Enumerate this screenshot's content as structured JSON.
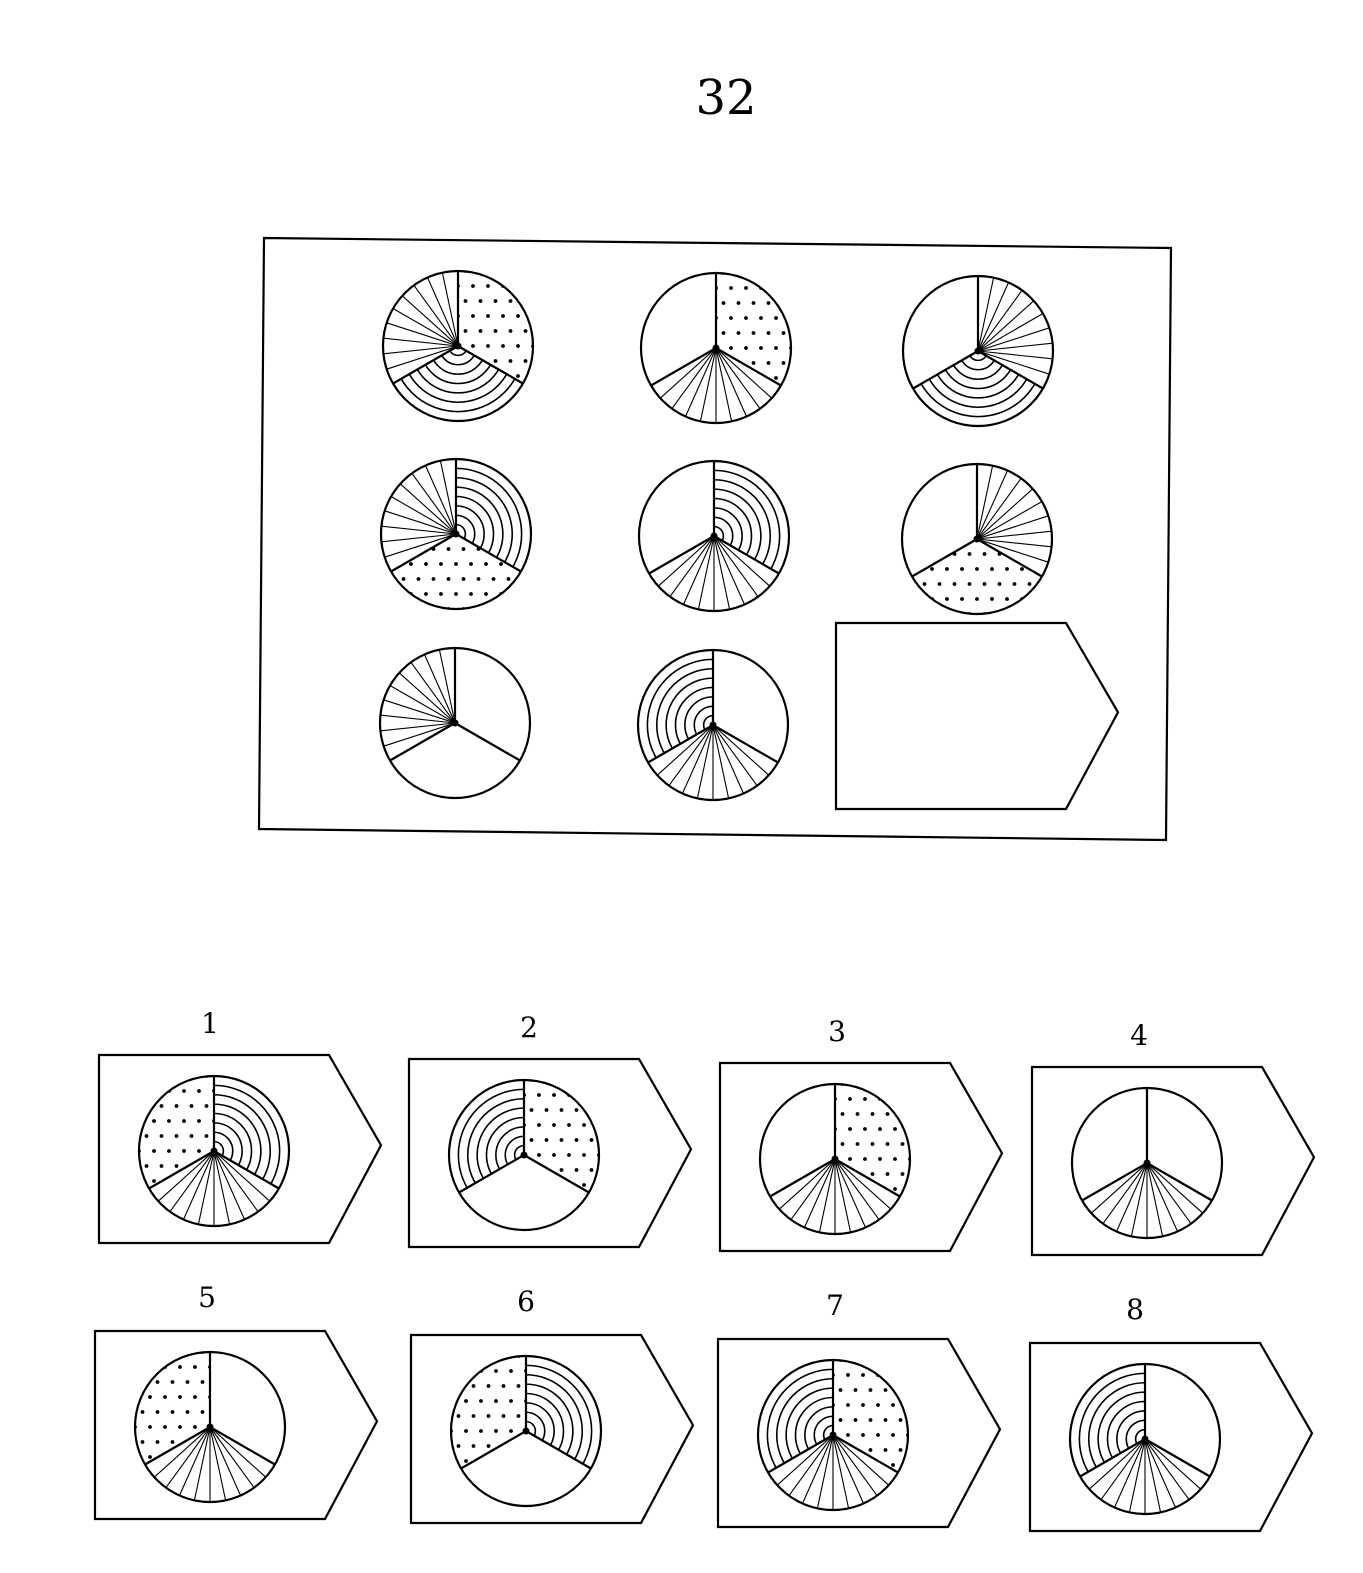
{
  "problem_number": "32",
  "matrix": {
    "cells": [
      {
        "top": "dotted",
        "bottom": "arcs",
        "upper_left": "fan"
      },
      {
        "top": "dotted",
        "bottom": "fan",
        "upper_left": "blank"
      },
      {
        "top": "fan",
        "bottom": "arcs",
        "upper_left": "blank"
      },
      {
        "top": "arcs",
        "bottom": "dotted",
        "upper_left": "fan"
      },
      {
        "top": "arcs",
        "bottom": "fan",
        "upper_left": "blank"
      },
      {
        "top": "fan",
        "bottom": "dotted",
        "upper_left": "blank"
      },
      {
        "top": "blank",
        "bottom": "blank",
        "upper_left": "fan"
      },
      {
        "top": "blank",
        "bottom": "fan",
        "upper_left": "arcs"
      },
      null
    ]
  },
  "options": [
    {
      "label": "1",
      "segments": {
        "right": "arcs",
        "bottom": "fan",
        "left": "dotted"
      }
    },
    {
      "label": "2",
      "segments": {
        "right": "dotted",
        "bottom": "blank",
        "left": "arcs"
      }
    },
    {
      "label": "3",
      "segments": {
        "right": "dotted",
        "bottom": "fan",
        "left": "blank"
      }
    },
    {
      "label": "4",
      "segments": {
        "right": "blank",
        "bottom": "fan",
        "left": "blank"
      }
    },
    {
      "label": "5",
      "segments": {
        "right": "blank",
        "bottom": "fan",
        "left": "dotted"
      }
    },
    {
      "label": "6",
      "segments": {
        "right": "arcs",
        "bottom": "blank",
        "left": "dotted"
      }
    },
    {
      "label": "7",
      "segments": {
        "right": "dotted",
        "bottom": "fan",
        "left": "arcs"
      }
    },
    {
      "label": "8",
      "segments": {
        "right": "blank",
        "bottom": "fan",
        "left": "arcs"
      }
    }
  ]
}
